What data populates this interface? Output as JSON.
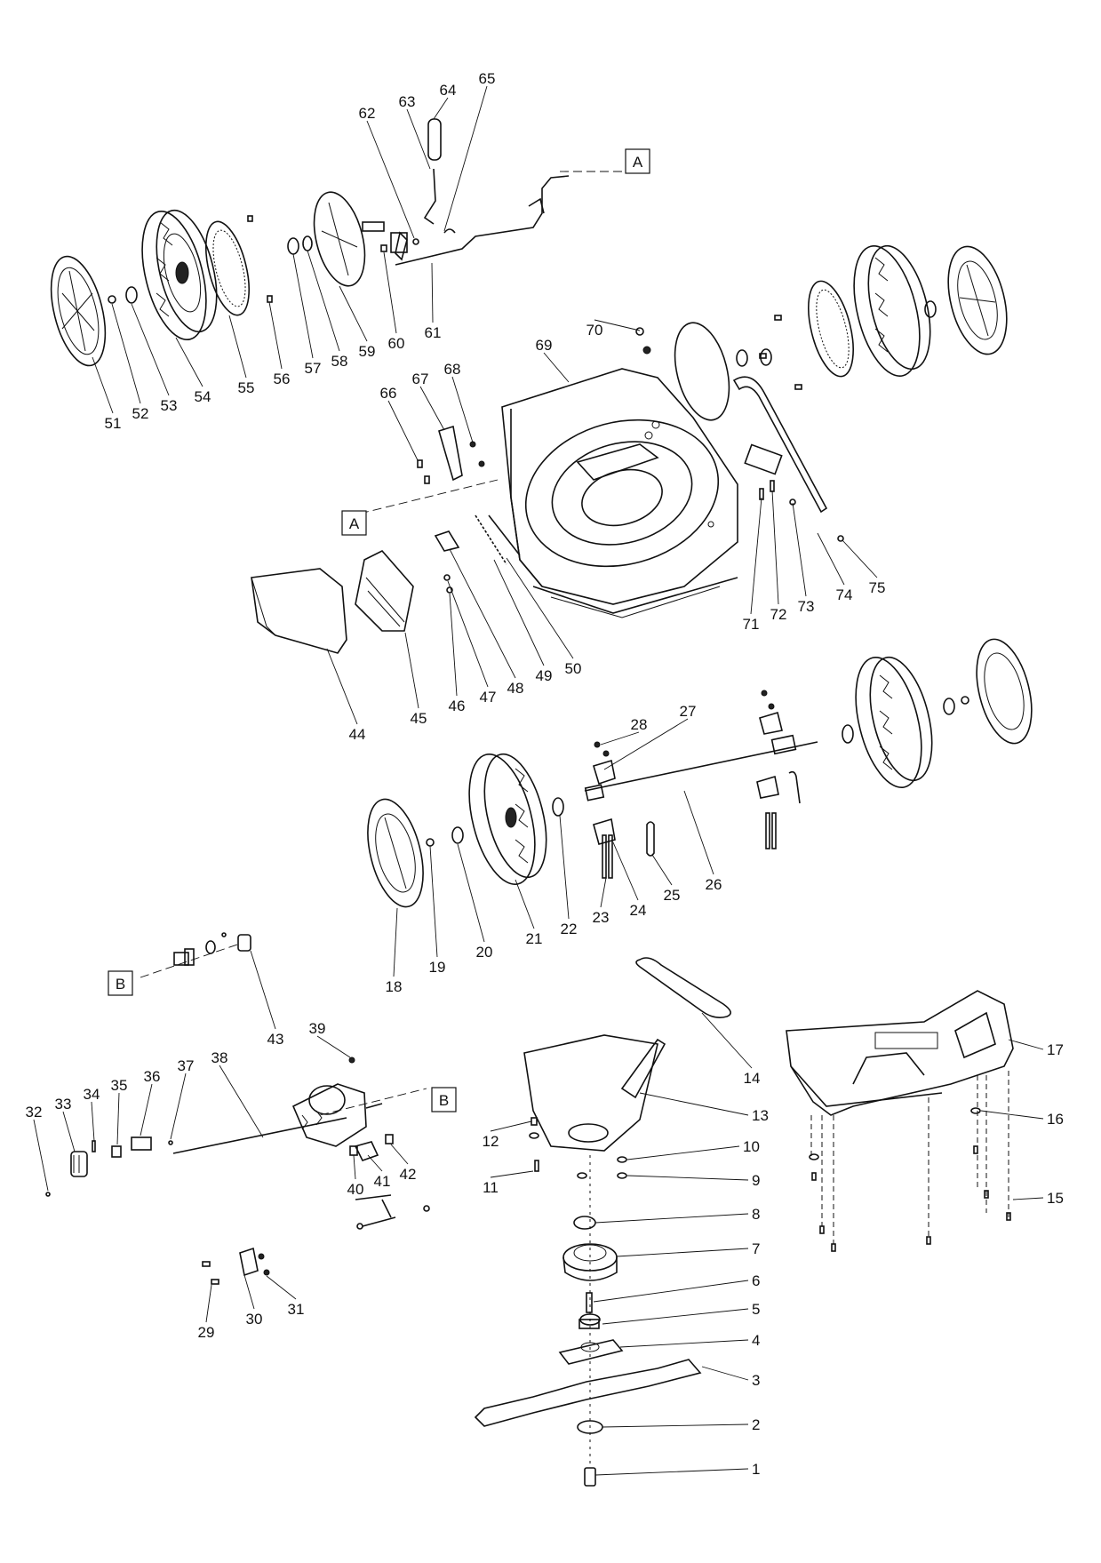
{
  "callouts": [
    "1",
    "2",
    "3",
    "4",
    "5",
    "6",
    "7",
    "8",
    "9",
    "10",
    "11",
    "12",
    "13",
    "14",
    "15",
    "16",
    "17",
    "18",
    "19",
    "20",
    "21",
    "22",
    "23",
    "24",
    "25",
    "26",
    "27",
    "28",
    "29",
    "30",
    "31",
    "32",
    "33",
    "34",
    "35",
    "36",
    "37",
    "38",
    "39",
    "40",
    "41",
    "42",
    "43",
    "44",
    "45",
    "46",
    "47",
    "48",
    "49",
    "50",
    "51",
    "52",
    "53",
    "54",
    "55",
    "56",
    "57",
    "58",
    "59",
    "60",
    "61",
    "62",
    "63",
    "64",
    "65",
    "66",
    "67",
    "68",
    "69",
    "70",
    "71",
    "72",
    "73",
    "74",
    "75"
  ],
  "refs": {
    "a": "A",
    "b": "B"
  }
}
